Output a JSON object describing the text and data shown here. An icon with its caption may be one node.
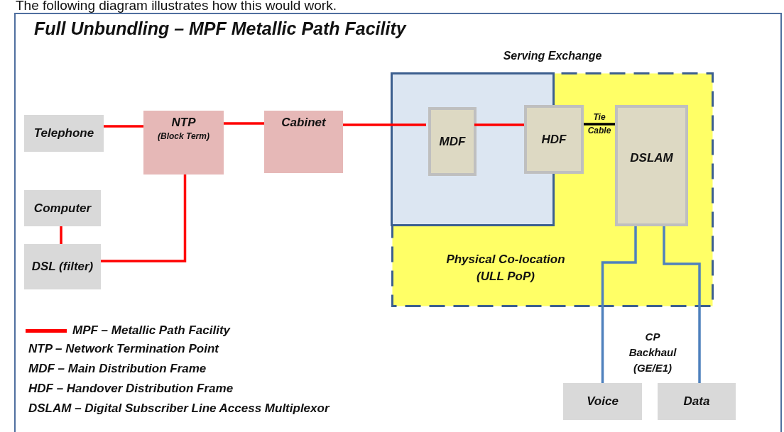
{
  "diagram": {
    "title": "Full Unbundling – MPF Metallic Path Facility",
    "nodes": [
      {
        "text": [
          "Serving Exchange",
          "Physical Co-location (ULL PoP)"
        ]
      },
      {
        "text": [],
        "shape": "box",
        "in": 0
      },
      {
        "text": [
          "Telephone"
        ]
      },
      {
        "text": [
          "NTP",
          "(Block Term)"
        ]
      },
      {
        "text": [
          "Cabinet"
        ]
      },
      {
        "text": [
          "MDF"
        ],
        "in": 1
      },
      {
        "text": [
          "HDF"
        ],
        "in": 0
      },
      {
        "text": [
          "DSLAM"
        ],
        "in": 0
      },
      {
        "text": [
          "Computer"
        ]
      },
      {
        "text": [
          "DSL (filter)"
        ]
      },
      {
        "text": [
          "Voice"
        ]
      },
      {
        "text": [
          "Data"
        ]
      }
    ],
    "edges": [
      {
        "from": 2,
        "to": 3,
        "arrow": "none"
      },
      {
        "from": 3,
        "to": 4,
        "arrow": "none"
      },
      {
        "from": 4,
        "to": 5,
        "arrow": "none"
      },
      {
        "from": 5,
        "to": 6,
        "arrow": "none"
      },
      {
        "from": 3,
        "to": 9,
        "arrow": "none"
      },
      {
        "from": 8,
        "to": 9,
        "arrow": "none"
      },
      {
        "from": 6,
        "to": 7,
        "arrow": "none",
        "label": "Tie Cable",
        "color": "#000000"
      },
      {
        "from": 7,
        "to": 10,
        "arrow": "none",
        "color": "#4f81bd"
      },
      {
        "from": 7,
        "to": 11,
        "arrow": "none",
        "color": "#4f81bd"
      }
    ],
    "labels": [
      "The following diagram illustrates how this would work.",
      "CP Backhaul (GE/E1)",
      "NTP  – Network Termination Point",
      "MDF – Main Distribution Frame",
      "HDF  – Handover Distribution Frame",
      "DSLAM – Digital Subscriber Line Access Multiplexor"
    ],
    "legend": [
      {
        "text": "MPF – Metallic Path Facility"
      }
    ]
  }
}
